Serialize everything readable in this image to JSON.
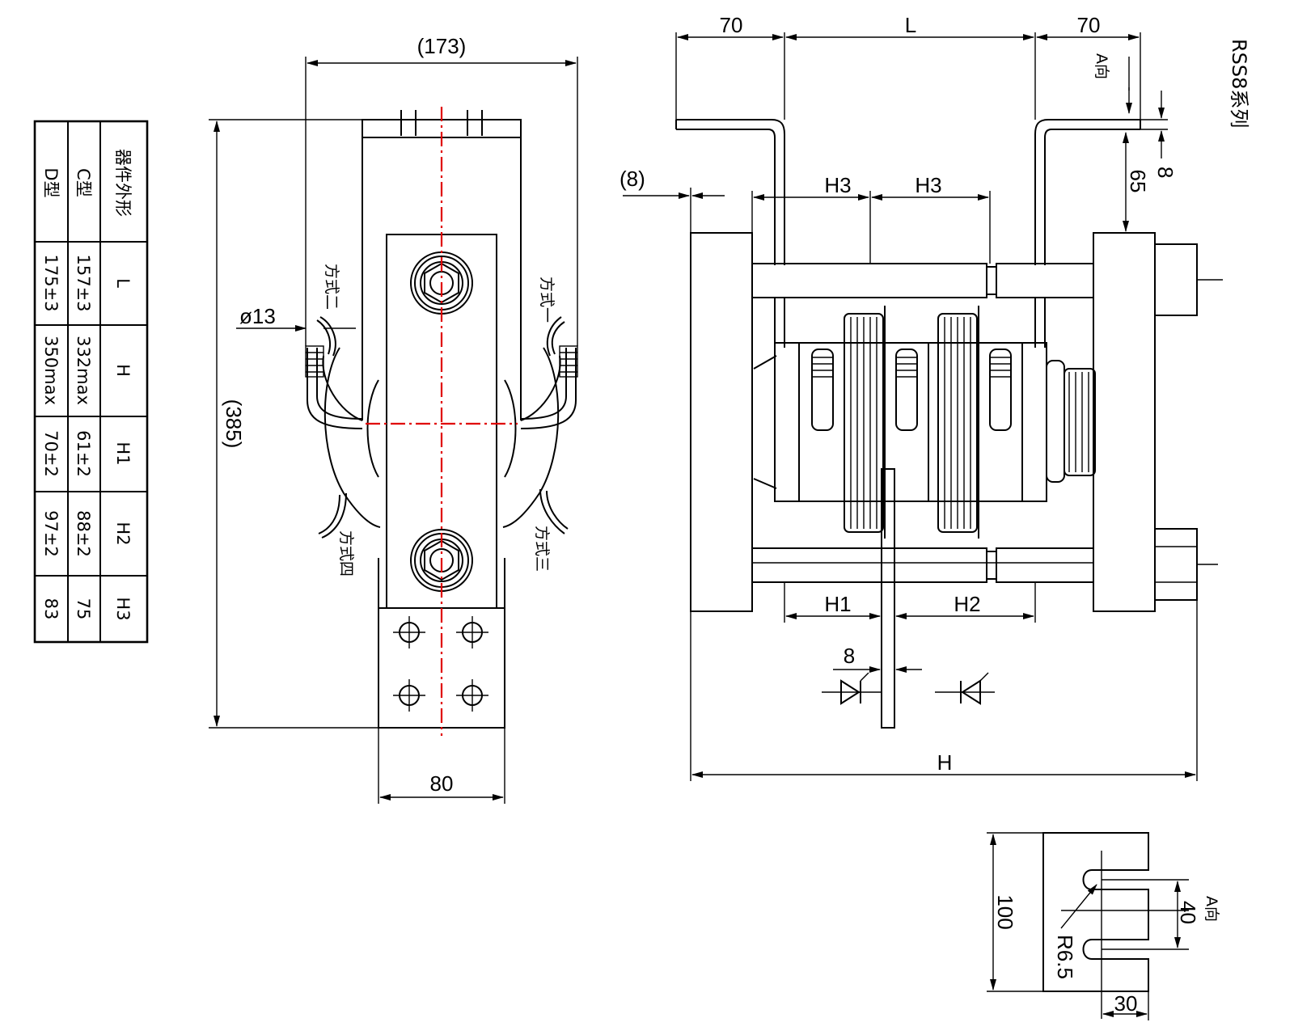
{
  "series_label": "RSS8系列",
  "spec_table": {
    "header": [
      "器件外形",
      "L",
      "H",
      "H1",
      "H2",
      "H3"
    ],
    "rows": [
      [
        "C型",
        "157±3",
        "332max",
        "61±2",
        "88±2",
        "75"
      ],
      [
        "D型",
        "175±3",
        "350max",
        "70±2",
        "97±2",
        "83"
      ]
    ]
  },
  "side_view": {
    "dim_width_top": "(173)",
    "dim_height": "(385)",
    "dim_hole": "ø13",
    "dim_base_width": "80",
    "mode_1": "方式一",
    "mode_2": "方式二",
    "mode_3": "方式三",
    "mode_4": "方式四"
  },
  "front_view": {
    "dim_left_70": "70",
    "dim_L": "L",
    "dim_right_70": "70",
    "dim_8_left": "(8)",
    "dim_H3_a": "H3",
    "dim_H3_b": "H3",
    "dim_65": "65",
    "dim_8_top": "8",
    "dim_H1": "H1",
    "dim_H2": "H2",
    "dim_8_bottom": "8",
    "dim_H": "H",
    "view_a_label": "A向"
  },
  "detail_view": {
    "dim_100": "100",
    "dim_40": "40",
    "dim_R": "R6.5",
    "dim_30": "30",
    "view_label": "A向"
  }
}
